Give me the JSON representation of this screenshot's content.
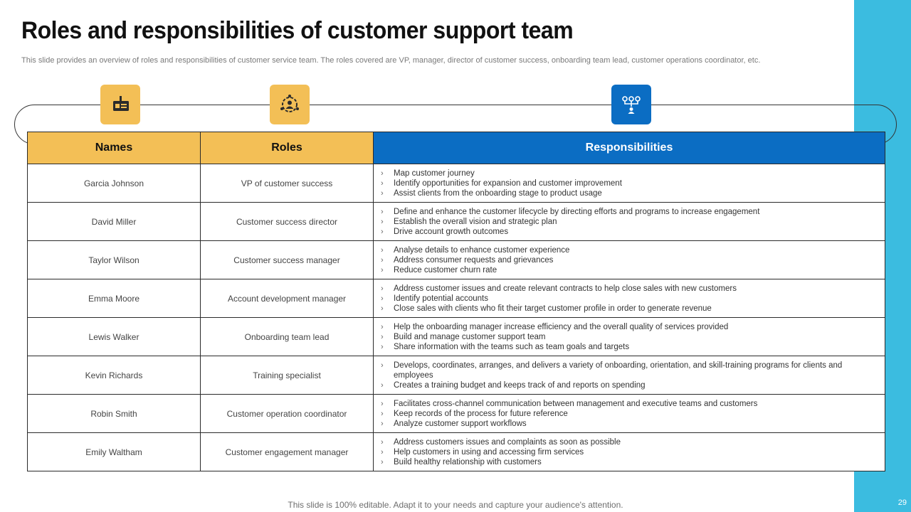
{
  "title": "Roles and responsibilities  of customer  support team",
  "subtitle": "This slide provides an overview of roles and responsibilities of customer service team. The roles covered are VP,  manager, director of customer success, onboarding team lead, customer operations coordinator, etc.",
  "icons": {
    "names": "id-badge-icon",
    "roles": "person-gear-icon",
    "responsibilities": "hierarchy-icon"
  },
  "colors": {
    "accent_yellow": "#f3bf56",
    "accent_blue": "#0b6dc3",
    "side_bar": "#3bbce0"
  },
  "table": {
    "headers": {
      "names": "Names",
      "roles": "Roles",
      "responsibilities": "Responsibilities"
    },
    "rows": [
      {
        "name": "Garcia Johnson",
        "role": "VP of customer success",
        "responsibilities": [
          "Map customer journey",
          "Identify opportunities for expansion and customer improvement",
          "Assist clients from the onboarding stage to product usage"
        ]
      },
      {
        "name": "David Miller",
        "role": "Customer success director",
        "responsibilities": [
          "Define and enhance the customer lifecycle by directing efforts and programs to increase engagement",
          "Establish the overall vision and strategic plan",
          "Drive account growth outcomes"
        ]
      },
      {
        "name": "Taylor Wilson",
        "role": "Customer success manager",
        "responsibilities": [
          "Analyse details to enhance customer experience",
          "Address consumer requests and grievances",
          "Reduce customer churn rate"
        ]
      },
      {
        "name": "Emma Moore",
        "role": "Account development manager",
        "responsibilities": [
          "Address customer issues and create relevant contracts to help close sales with new customers",
          "Identify potential accounts",
          "Close sales with clients who fit their target customer profile in order to generate revenue"
        ]
      },
      {
        "name": "Lewis Walker",
        "role": "Onboarding team lead",
        "responsibilities": [
          "Help the onboarding manager increase efficiency and the overall quality of services provided",
          "Build and manage customer support team",
          "Share information with the teams such as team goals and targets"
        ]
      },
      {
        "name": "Kevin Richards",
        "role": "Training specialist",
        "responsibilities": [
          "Develops, coordinates, arranges, and delivers a variety of onboarding, orientation, and skill-training programs for clients and employees",
          "Creates a training budget and keeps track of and reports on spending"
        ]
      },
      {
        "name": "Robin Smith",
        "role": "Customer operation coordinator",
        "responsibilities": [
          "Facilitates cross-channel communication between management and executive teams and customers",
          "Keep records of the process for future reference",
          "Analyze  customer support workflows"
        ]
      },
      {
        "name": "Emily Waltham",
        "role": "Customer engagement manager",
        "responsibilities": [
          "Address customers issues and complaints as soon as possible",
          "Help customers in using and accessing firm services",
          "Build healthy relationship with customers"
        ]
      }
    ]
  },
  "bullet_glyph": "›",
  "footer": "This slide is 100% editable. Adapt it to your needs and capture your audience's attention.",
  "page_number": "29"
}
